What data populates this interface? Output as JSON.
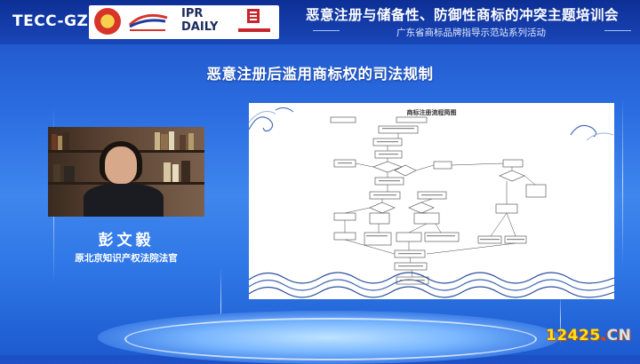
{
  "header": {
    "brand": "TECC-GZ",
    "ipr_logo": "IPR DAILY",
    "title": "恶意注册与储备性、防御性商标的冲突主题培训会",
    "subtitle": "广东省商标品牌指导示范站系列活动",
    "logo_names": [
      "seal-logo",
      "org-logo",
      "ipr-daily-logo",
      "ip-firm-logo"
    ]
  },
  "topic": "恶意注册后滥用商标权的司法规制",
  "speaker": {
    "name": "彭文毅",
    "affiliation": "原北京知识产权法院法官"
  },
  "slide": {
    "title": "商标注册流程简图"
  },
  "watermark": {
    "number": "12425",
    "dot": ".",
    "tld": "CN"
  },
  "colors": {
    "header_bg": "#0d2f95",
    "page_bg": "#2a6ce0",
    "watermark": "#f6e21a"
  }
}
